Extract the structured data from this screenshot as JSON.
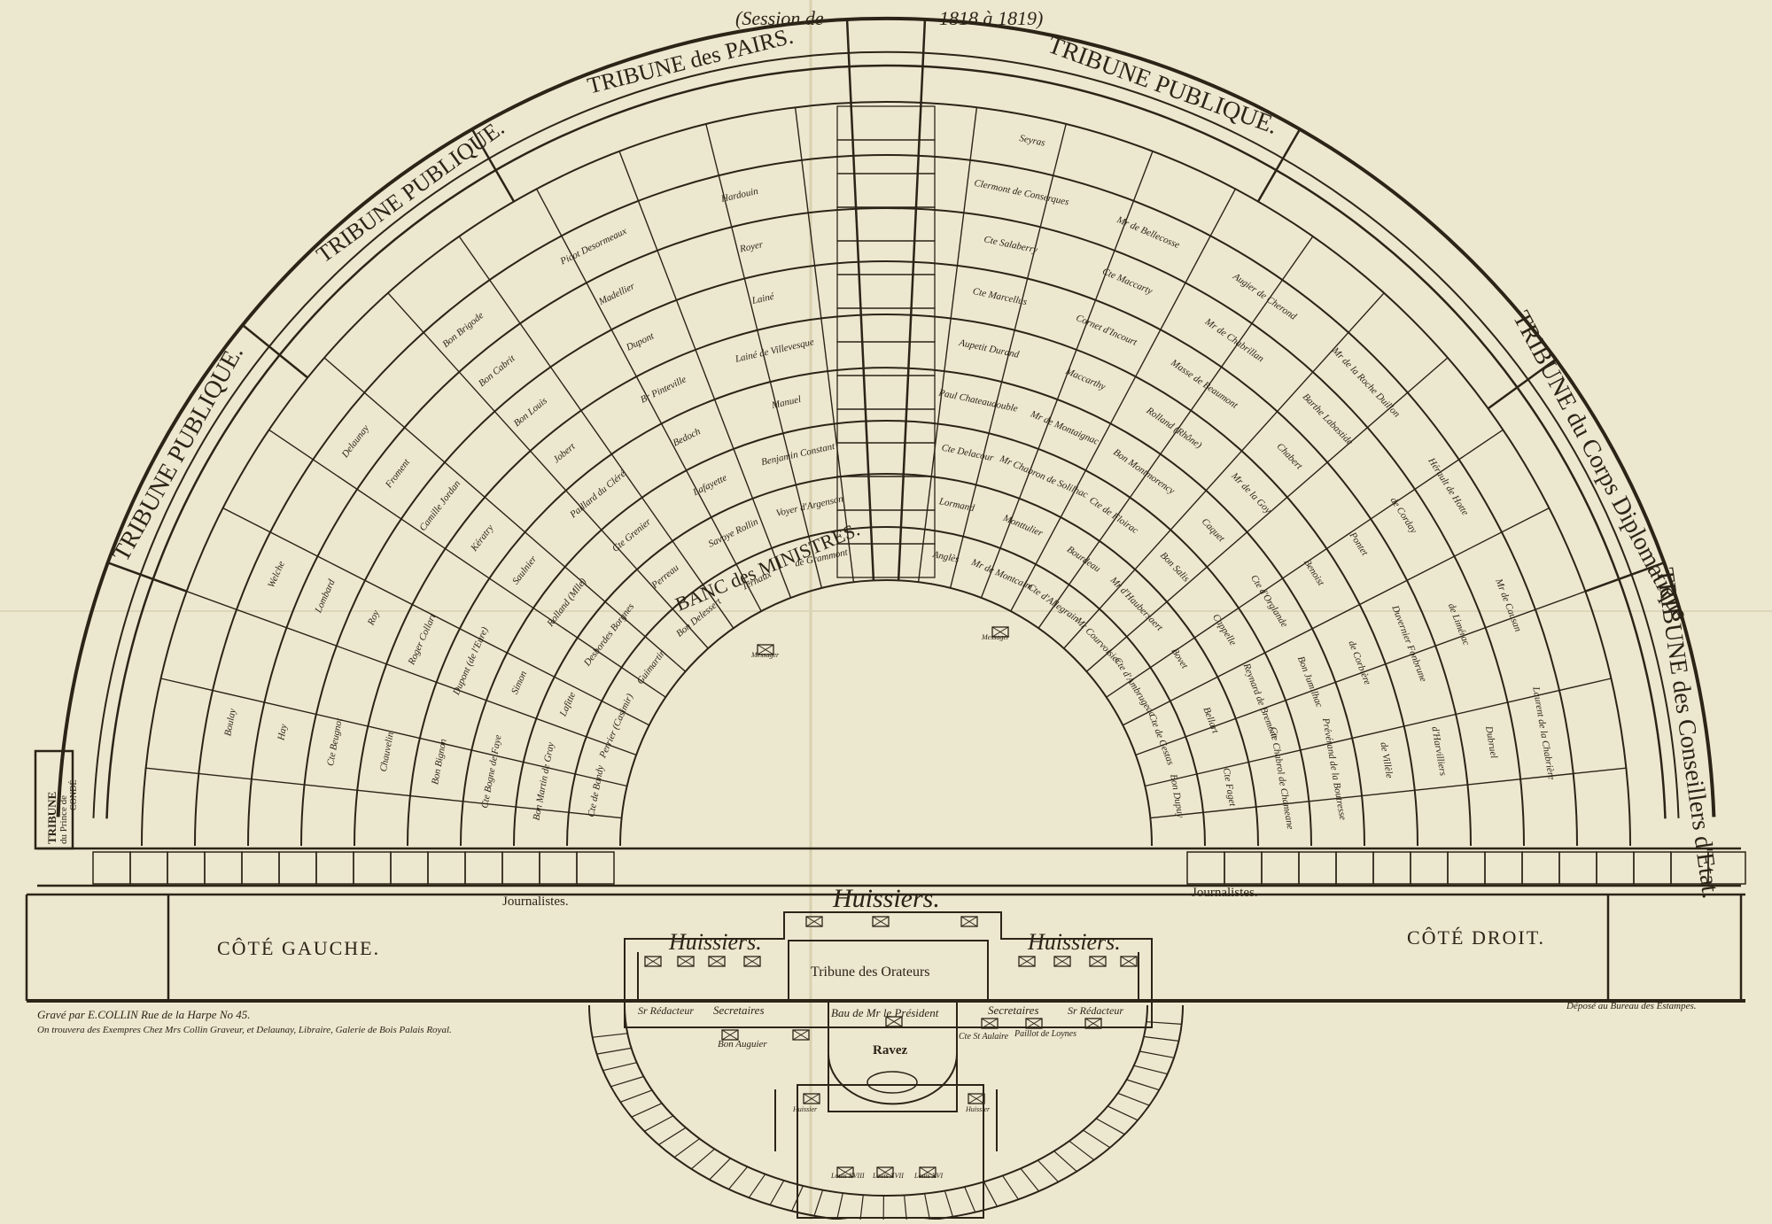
{
  "header": {
    "session": "(Session de",
    "years": "1818 à 1819)"
  },
  "tribunes": {
    "pairs": "TRIBUNE des PAIRS.",
    "publique_left_top": "TRIBUNE PUBLIQUE.",
    "publique_left": "TRIBUNE PUBLIQUE.",
    "publique_right": "TRIBUNE PUBLIQUE.",
    "corps_diplomatique": "TRIBUNE du Corps Diplomatique",
    "conseillers": "TRIBUNE des Conseillers d'Etat.",
    "prince_l1": "TRIBUNE",
    "prince_l2": "du Prince de",
    "prince_l3": "CONDÉ"
  },
  "banc_ministres": "BANC des MINISTRES.",
  "journalistes_left": "Journalistes.",
  "journalistes_right": "Journalistes.",
  "cote_gauche": "CÔTÉ GAUCHE.",
  "cote_droit": "CÔTÉ DROIT.",
  "huissiers_top": "Huissiers.",
  "huissiers_left": "Huissiers.",
  "huissiers_right": "Huissiers.",
  "tribune_orateurs": "Tribune des Orateurs",
  "secretaires_left": "Secretaires",
  "secretaires_right": "Secretaires",
  "redacteur_left": "Sr Rédacteur",
  "redacteur_right": "Sr Rédacteur",
  "president": "Bau de Mr le Président",
  "auguier": "Bon Auguier",
  "cte_aulaire": "Cte St Aulaire",
  "paillot": "Paillot de Loynes",
  "ravez": "Ravez",
  "messager_left": "Messager",
  "messager_right": "Messager",
  "huissier_small_left": "Huissier",
  "huissier_small_right": "Huissier",
  "busts": [
    "Louis XVIII",
    "Louis XVII",
    "Louis XVI"
  ],
  "credit_engraver": "Gravé par E.COLLIN Rue de la Harpe No 45.",
  "credit_sale": "On trouvera des Exempres Chez Mrs Collin Graveur, et Delaunay, Libraire, Galerie de Bois Palais Royal.",
  "credit_depot": "Déposé au Bureau des Estampes.",
  "deputies_left": [
    "Cte de Bondy",
    "Perrier (Casimir)",
    "Guimartin",
    "Bon Delessert",
    "Ternaux",
    "de Grammont",
    "Bon Martin de Gray",
    "Lafitte",
    "Desbordes Borgnes",
    "Perreau",
    "Savoye Rollin",
    "Voyer d'Argenson",
    "Cte Bogne de Faye",
    "Simon",
    "Rolland (Mlle)",
    "Cte Grenier",
    "Lafayette",
    "Benjamin Constant",
    "Bon Bignon",
    "Dupont (de l'Eure)",
    "Saulnier",
    "Paillard du Cléré",
    "Bedoch",
    "Manuel",
    "Chauvelin",
    "Roger Collart",
    "Kératry",
    "Jobert",
    "Br Pinteville",
    "Lainé de Villevesque",
    "Cte Beugnot",
    "Roy",
    "Camille Jordan",
    "Bon Louis",
    "Dupont",
    "Lainé",
    "Hay",
    "Lombard",
    "Froment",
    "Bon Cabrit",
    "Madellier",
    "Royer",
    "Boulay",
    "Welche",
    "Delaunay",
    "Bon Brigode",
    "Picot Desormeaux",
    "Hardouin"
  ],
  "deputies_right": [
    "Anglès",
    "Mr de Montcalm",
    "Cte d'Allegrain",
    "Mr Courvoisier",
    "Cte d'Ambrugeac",
    "Cte de Gestas",
    "Bon Dupuy",
    "Lormand",
    "Monttulier",
    "Bourdeau",
    "Mr d'Haubersaert",
    "Bovet",
    "Bellart",
    "Cte Faget",
    "Cte Delacour",
    "Mr Chabron de Solilhac",
    "Cte de Floirac",
    "Bon Salis",
    "Cappelle",
    "Reynard de Bremont",
    "Cte Chabrol de Chameane",
    "Paul Chateaudouble",
    "Mr de Montaignac",
    "Bon Montmorency",
    "Caquet",
    "Cte d'Orglande",
    "Bon Jumilhac",
    "Prévérand de la Boutresse",
    "Aupetit Durand",
    "Maccarthy",
    "Rolland (Rhône)",
    "Mr de la Goy",
    "Benoist",
    "de Corbière",
    "de Villèle",
    "Cte Marcellus",
    "Cornet d'Incourt",
    "Masse de Beaumont",
    "Chabert",
    "Pontet",
    "Duvernier Fonbrune",
    "d'Harvilliers",
    "Cte Salaberry",
    "Cte Maccarty",
    "Mr de Chabrillan",
    "Barthe Labastide",
    "de Corday",
    "de Limérac",
    "Dubruel",
    "Clermont de Conserques",
    "Mr de Bellecosse",
    "Augier de Cherond",
    "Mr de la Roche Duillon",
    "Hérault de Hotte",
    "Mr de Causan",
    "Laurent de la Chabrière",
    "Seyras"
  ]
}
